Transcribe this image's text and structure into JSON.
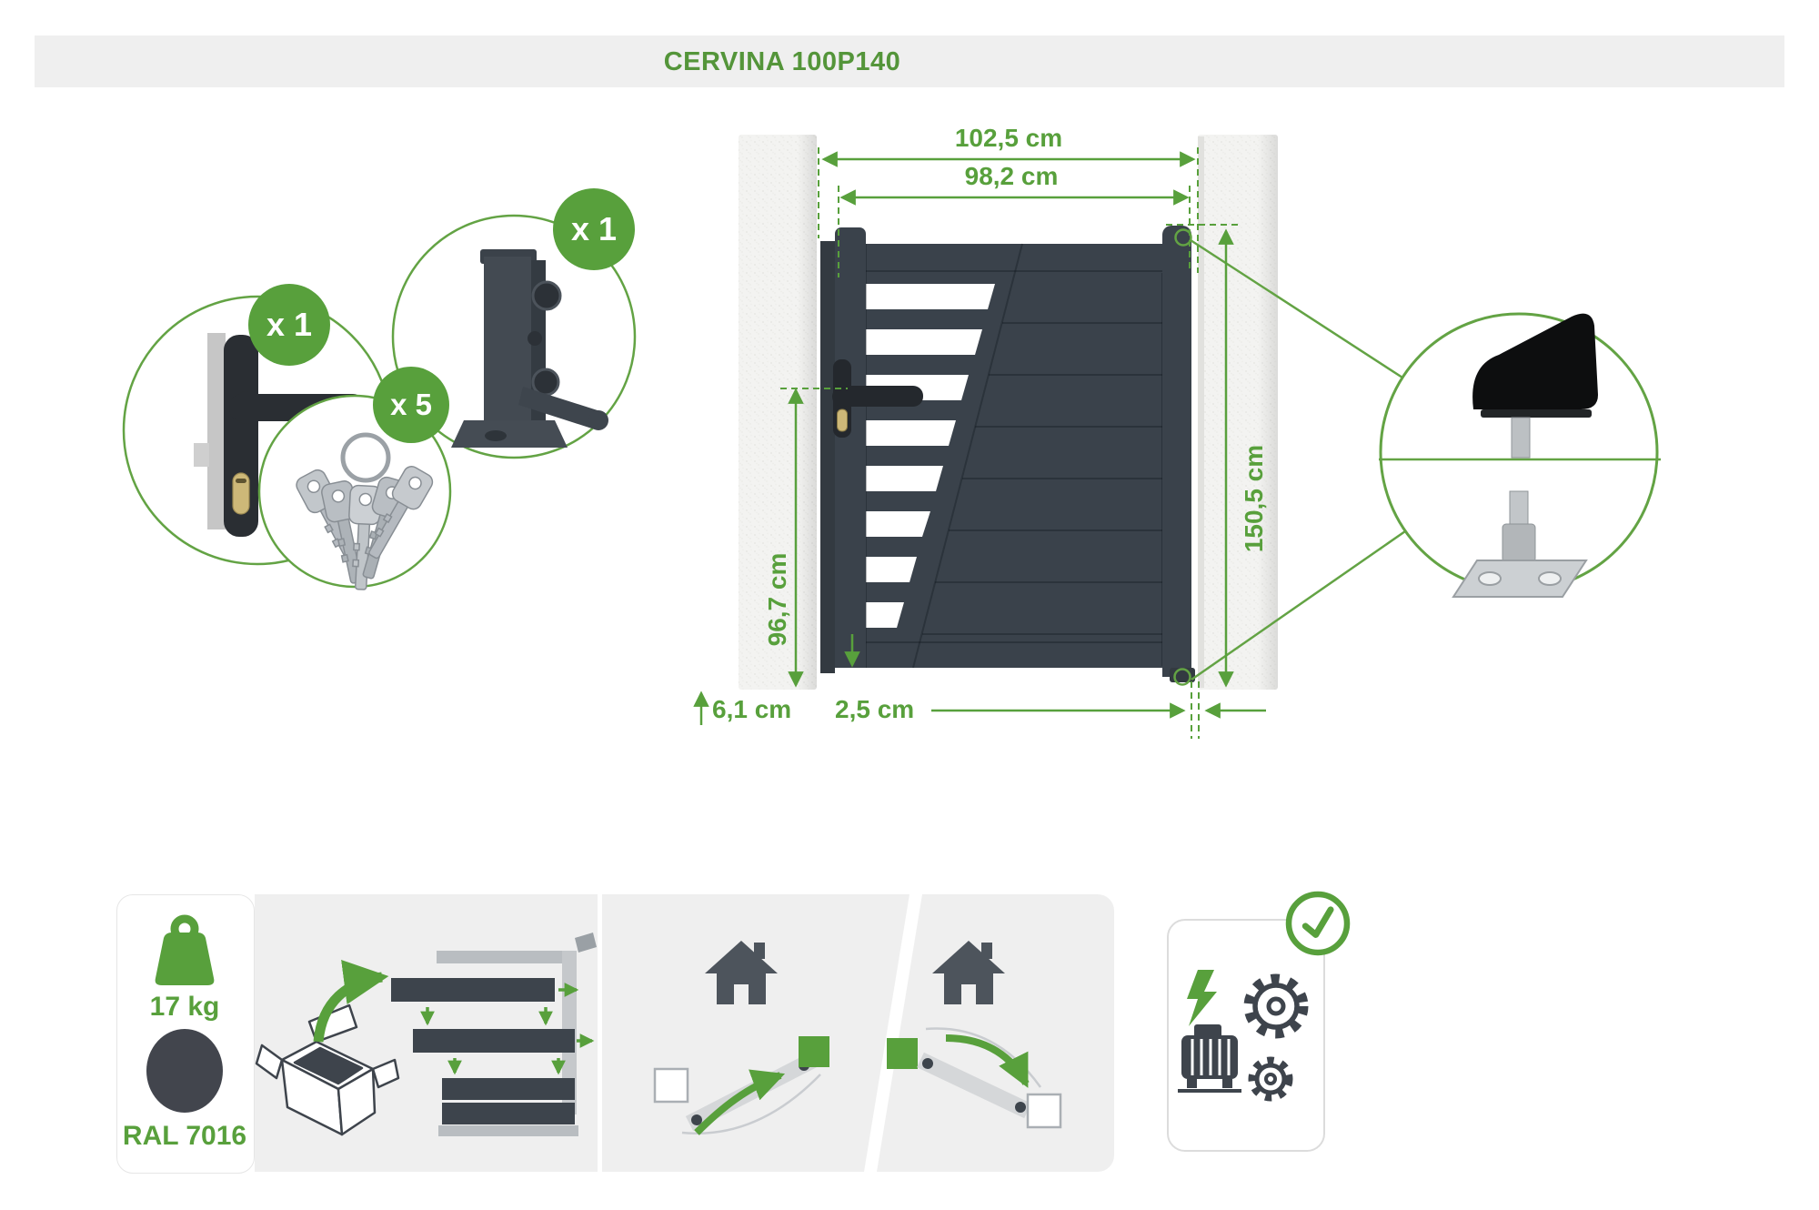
{
  "title": "CERVINA 100P140",
  "gate": {
    "dim_total_width": "102,5 cm",
    "dim_leaf_width": "98,2 cm",
    "dim_height": "150,5 cm",
    "dim_handle_height": "96,7 cm",
    "dim_ground_clearance": "6,1 cm",
    "dim_hinge_gap": "2,5 cm"
  },
  "included_items": {
    "handle_qty": "x 1",
    "latch_qty": "x 1",
    "keys_qty": "x 5"
  },
  "specs": {
    "weight": "17 kg",
    "ral_color": "RAL 7016"
  },
  "colors": {
    "accent_green": "#58a03c",
    "gate_anthracite": "#3a424b",
    "ral7016_swatch": "#42454d",
    "panel_gray": "#efefef"
  },
  "icons": {
    "weight": "weight-icon",
    "color_swatch": "color-swatch",
    "assembly": "assembly-from-box-icon",
    "house": "house-icon",
    "manual_opening": "manual-opening-diagram",
    "motorized_opening": "motorized-opening-diagram",
    "motorizable": "motor-and-gears-icon",
    "check": "check-icon"
  }
}
